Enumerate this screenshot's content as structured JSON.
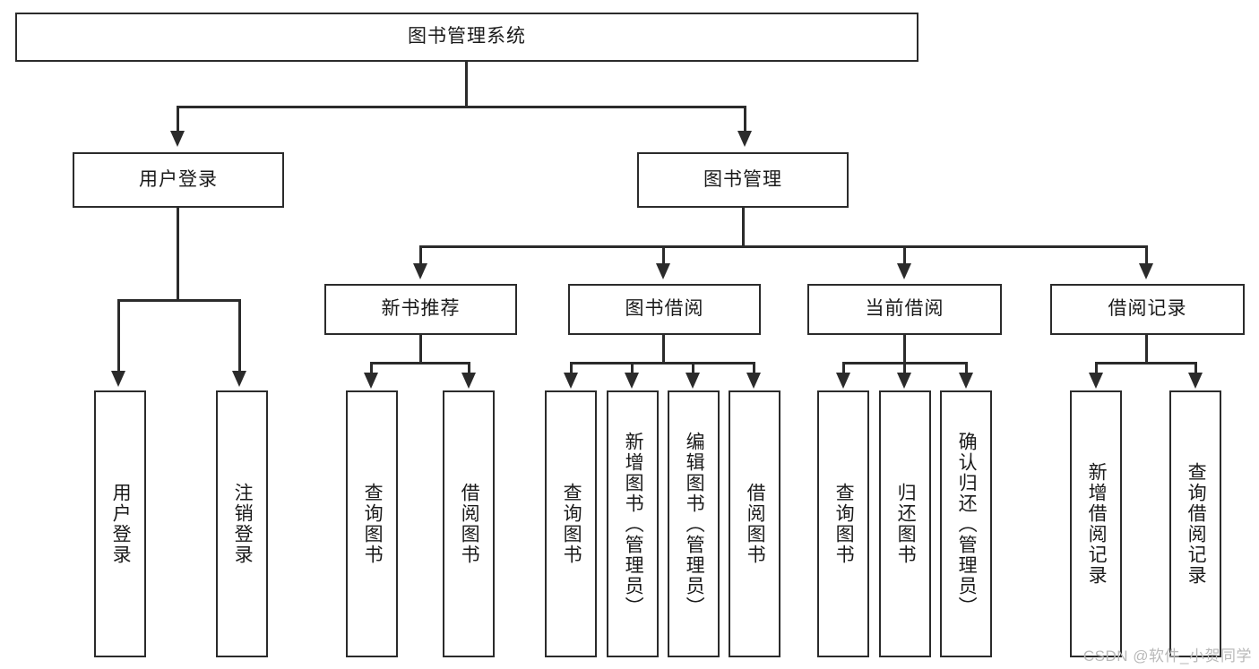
{
  "diagram": {
    "title": "图书管理系统",
    "root": {
      "label": "图书管理系统"
    },
    "level2": [
      {
        "label": "用户登录"
      },
      {
        "label": "图书管理"
      }
    ],
    "level3": [
      {
        "label": "新书推荐"
      },
      {
        "label": "图书借阅"
      },
      {
        "label": "当前借阅"
      },
      {
        "label": "借阅记录"
      }
    ],
    "leaves": {
      "user_login": [
        {
          "label": "用户登录"
        },
        {
          "label": "注销登录"
        }
      ],
      "new_book_recommend": [
        {
          "label": "查询图书"
        },
        {
          "label": "借阅图书"
        }
      ],
      "book_borrow": [
        {
          "label": "查询图书"
        },
        {
          "label": "新增图书（管理员）"
        },
        {
          "label": "编辑图书（管理员）"
        },
        {
          "label": "借阅图书"
        }
      ],
      "current_borrow": [
        {
          "label": "查询图书"
        },
        {
          "label": "归还图书"
        },
        {
          "label": "确认归还（管理员）"
        }
      ],
      "borrow_record": [
        {
          "label": "新增借阅记录"
        },
        {
          "label": "查询借阅记录"
        }
      ]
    }
  },
  "watermark": {
    "text": "CSDN @软件_小贺同学"
  },
  "colors": {
    "stroke": "#2b2b2b",
    "fill": "#ffffff",
    "text": "#1a1a1a",
    "watermark": "#b9b9b9"
  }
}
